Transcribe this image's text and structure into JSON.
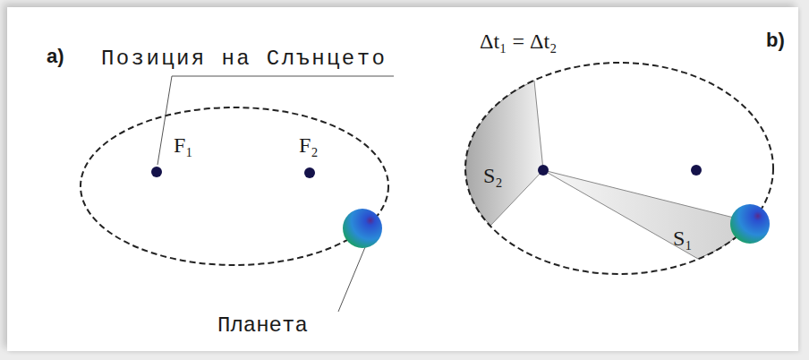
{
  "diagram": {
    "labels": [
      "a)",
      "Позиция на Слънцето",
      "F₁",
      "F₂",
      "Планета",
      "b)",
      "Δt₁ = Δt₂",
      "S₂",
      "S₁"
    ]
  }
}
